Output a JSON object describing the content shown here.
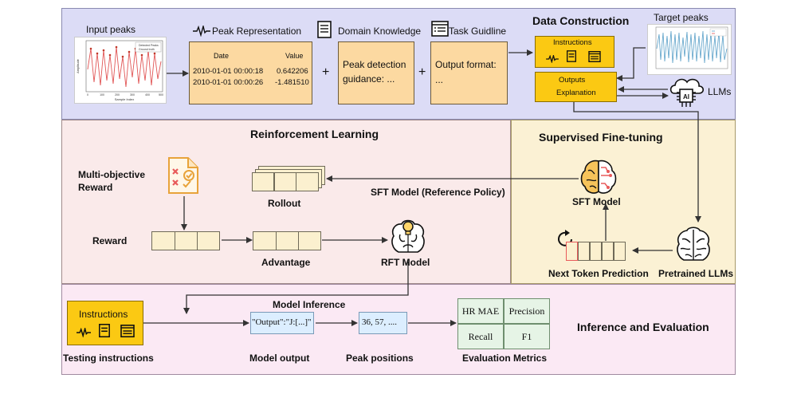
{
  "sections": {
    "data_construction": "Data Construction",
    "reinforcement_learning": "Reinforcement Learning",
    "supervised_finetuning": "Supervised Fine-tuning",
    "inference_evaluation": "Inference and Evaluation"
  },
  "data_construction": {
    "input_peaks": "Input peaks",
    "target_peaks": "Target peaks",
    "peak_representation": "Peak Representation",
    "domain_knowledge": "Domain Knowledge",
    "task_guideline": "Task Guidline",
    "table": {
      "headers": [
        "Date",
        "Value"
      ],
      "rows": [
        [
          "2010-01-01 00:00:18",
          "0.642206"
        ],
        [
          "2010-01-01 00:00:26",
          "-1.481510"
        ]
      ]
    },
    "plus": "+",
    "guidance_text": "Peak detection guidance: ...",
    "output_format_line1": "Output format:",
    "output_format_line2": "...",
    "instructions": "Instructions",
    "outputs": "Outputs",
    "explanation": "Explanation",
    "llms": "LLMs",
    "chip_label": "AI"
  },
  "rl": {
    "multi_objective_reward_1": "Multi-objective",
    "multi_objective_reward_2": "Reward",
    "rollout": "Rollout",
    "reward": "Reward",
    "advantage": "Advantage",
    "sft_reference": "SFT Model (Reference Policy)",
    "rft_model": "RFT Model"
  },
  "sft": {
    "sft_model": "SFT Model",
    "next_token_prediction": "Next Token Prediction",
    "pretrained_llms": "Pretrained LLMs"
  },
  "inference": {
    "instructions": "Instructions",
    "testing_instructions": "Testing instructions",
    "model_inference": "Model Inference",
    "model_output_value": "\"Output\":\"J:[...]\"",
    "model_output_label": "Model output",
    "peak_positions_value": "36, 57, ....",
    "peak_positions_label": "Peak positions",
    "metrics": [
      "HR MAE",
      "Precision",
      "Recall",
      "F1"
    ],
    "evaluation_metrics": "Evaluation Metrics"
  },
  "colors": {
    "data_construction_bg": "#dcdcf6",
    "rl_bg": "#faeaea",
    "sft_bg": "#fbf1d4",
    "inference_bg": "#fbe9f4",
    "peach_box": "#fcd9a1",
    "gold_box": "#fbc913",
    "metric_box": "#e6f4e6"
  },
  "plot_legend": [
    "Detected Peaks",
    "Ground truth"
  ],
  "plot_axes": {
    "xlabel": "Sample Index",
    "ylabel": "Amplitude",
    "xticks": [
      "0",
      "100",
      "200",
      "300",
      "400",
      "500"
    ]
  }
}
